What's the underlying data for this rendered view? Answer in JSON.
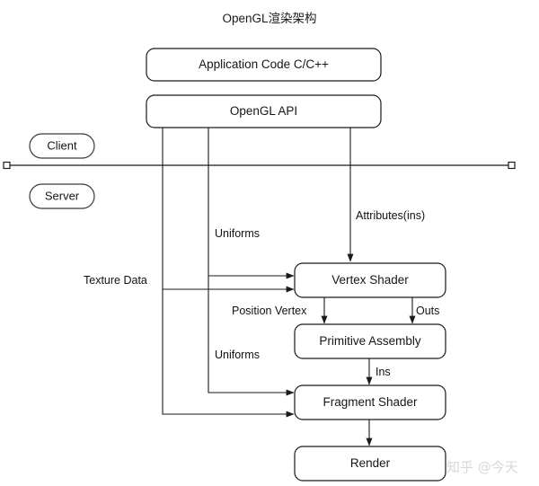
{
  "title": "OpenGL渲染架构",
  "nodes": {
    "application_code": "Application Code C/C++",
    "opengl_api": "OpenGL API",
    "vertex_shader": "Vertex Shader",
    "primitive_assembly": "Primitive Assembly",
    "fragment_shader": "Fragment Shader",
    "render": "Render"
  },
  "zones": {
    "client": "Client",
    "server": "Server"
  },
  "edge_labels": {
    "attributes": "Attributes(ins)",
    "uniforms_vertex": "Uniforms",
    "texture_data": "Texture Data",
    "position_vertex": "Position Vertex",
    "outs": "Outs",
    "uniforms_fragment": "Uniforms",
    "ins": "Ins"
  },
  "watermark": "知乎 @今天",
  "colors": {
    "stroke": "#1a1a1a",
    "background": "#ffffff",
    "watermark": "#d8d8d8"
  }
}
